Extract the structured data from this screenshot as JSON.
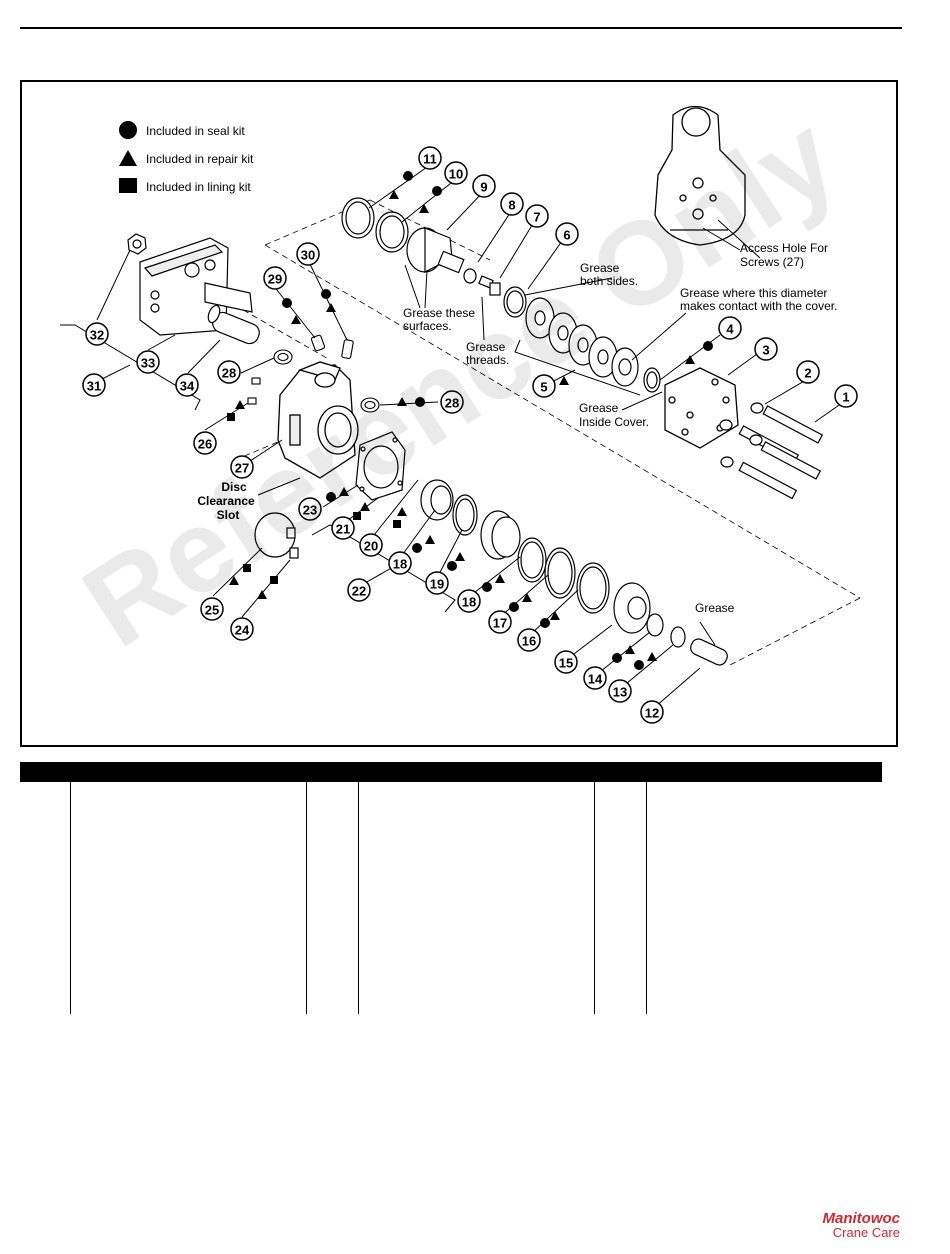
{
  "legend": {
    "seal_kit": "Included in seal kit",
    "repair_kit": "Included in repair kit",
    "lining_kit": "Included in lining kit"
  },
  "callouts": {
    "grease_both_sides": [
      "Grease",
      "both sides."
    ],
    "grease_diameter": [
      "Grease where this diameter",
      "makes contact with the cover."
    ],
    "grease_surfaces": [
      "Grease these",
      "surfaces."
    ],
    "grease_threads": [
      "Grease",
      "threads."
    ],
    "grease_inside_cover": [
      "Grease",
      "Inside Cover."
    ],
    "grease_pin": "Grease",
    "access_hole": [
      "Access Hole For",
      "Screws (27)"
    ],
    "disc_slot": [
      "Disc",
      "Clearance",
      "Slot"
    ]
  },
  "item_numbers": [
    "1",
    "2",
    "3",
    "4",
    "5",
    "6",
    "7",
    "8",
    "9",
    "10",
    "11",
    "12",
    "13",
    "14",
    "15",
    "16",
    "17",
    "18",
    "18",
    "19",
    "20",
    "21",
    "22",
    "23",
    "24",
    "25",
    "26",
    "27",
    "28",
    "28",
    "29",
    "30",
    "31",
    "32",
    "33",
    "34"
  ],
  "watermark": "Reference Only",
  "logo": {
    "brand": "Manitowoc",
    "sub": "Crane Care"
  },
  "colors": {
    "brand_red": "#d7262e"
  }
}
